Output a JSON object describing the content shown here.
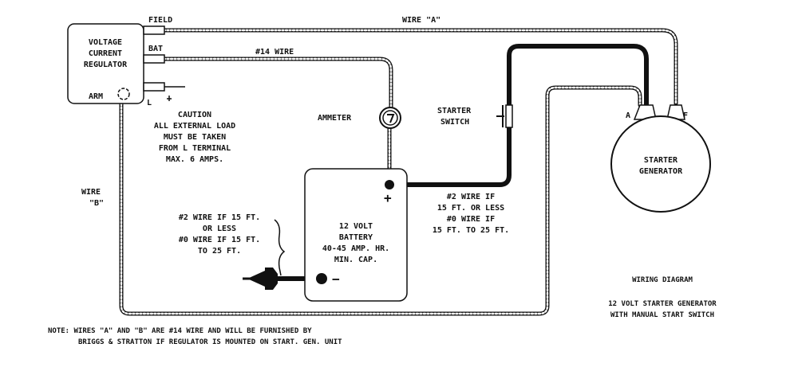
{
  "regulator": {
    "lines": [
      "VOLTAGE",
      "CURRENT",
      "REGULATOR"
    ],
    "terminals": {
      "field": "FIELD",
      "bat": "BAT",
      "arm": "ARM",
      "l": "L"
    }
  },
  "wires": {
    "wire_a": "WIRE \"A\"",
    "wire_14": "#14 WIRE",
    "wire_b_1": "WIRE",
    "wire_b_2": "\"B\""
  },
  "caution": [
    "CAUTION",
    "ALL EXTERNAL LOAD",
    "MUST BE TAKEN",
    "FROM L TERMINAL",
    "MAX. 6 AMPS."
  ],
  "ammeter": {
    "label": "AMMETER"
  },
  "starter_switch": [
    "STARTER",
    "SWITCH"
  ],
  "generator": {
    "lines": [
      "STARTER",
      "GENERATOR"
    ],
    "terminal_a": "A",
    "terminal_f": "F"
  },
  "battery": {
    "lines": [
      "12 VOLT",
      "BATTERY",
      "40-45 AMP. HR.",
      "MIN. CAP."
    ],
    "plus": "+",
    "minus": "−"
  },
  "ground_note": [
    "#2 WIRE IF 15 FT.",
    "OR LESS",
    "#0 WIRE IF 15 FT.",
    "TO 25 FT."
  ],
  "switch_wire_note": [
    "#2 WIRE IF",
    "15 FT. OR LESS",
    "#0 WIRE IF",
    "15 FT. TO 25 FT."
  ],
  "title": {
    "line1": "WIRING DIAGRAM",
    "line2": "12 VOLT STARTER GENERATOR",
    "line3": "WITH MANUAL START SWITCH"
  },
  "note": {
    "line1": "NOTE: WIRES \"A\" AND \"B\" ARE #14 WIRE AND WILL BE FURNISHED BY",
    "line2": "BRIGGS & STRATTON IF REGULATOR IS MOUNTED ON START. GEN. UNIT"
  }
}
